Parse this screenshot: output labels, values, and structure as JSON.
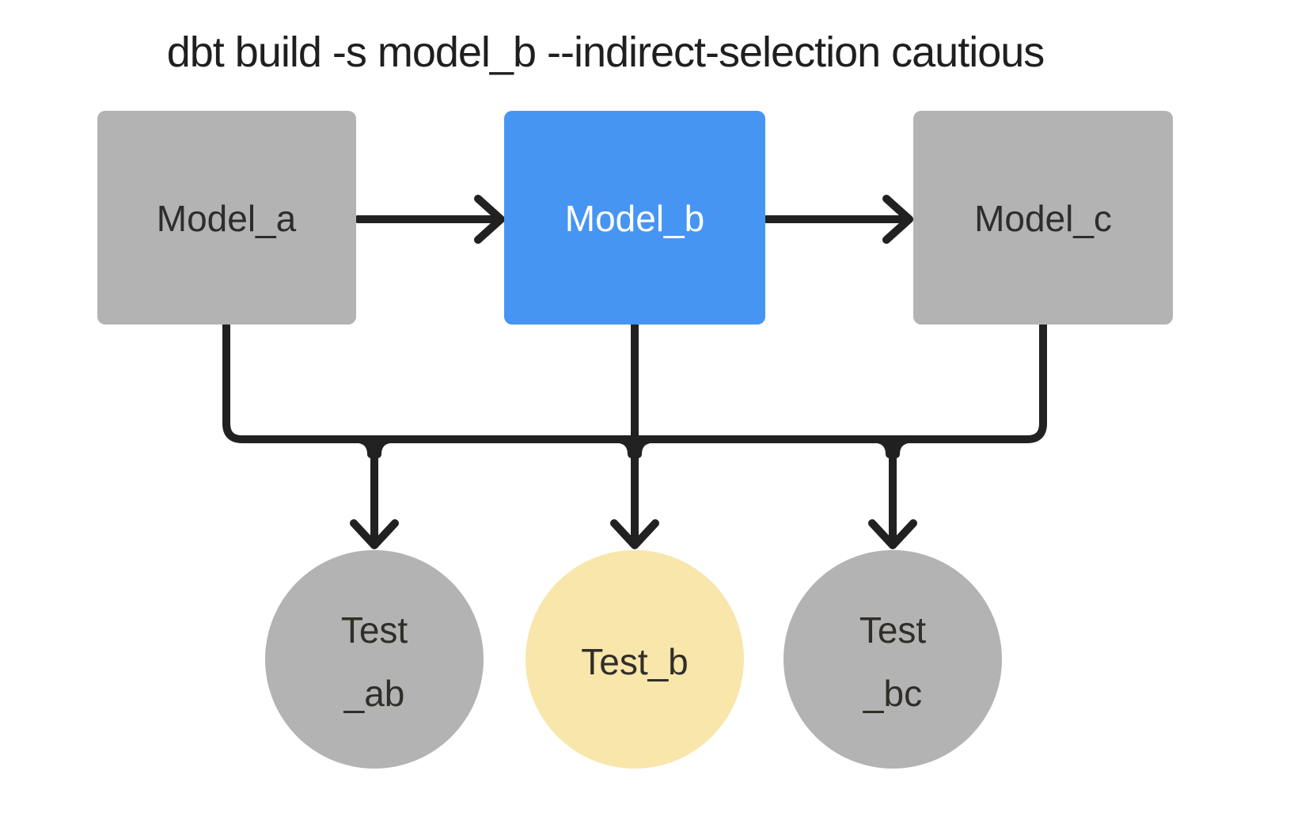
{
  "title": "dbt build -s model_b --indirect-selection cautious",
  "colors": {
    "background": "#ffffff",
    "node_gray": "#b3b3b3",
    "node_selected": "#4795f2",
    "node_indirect": "#f8e6ab",
    "edge": "#212121",
    "text_dark": "#2d2d2d",
    "text_on_selected": "#ffffff"
  },
  "models": [
    {
      "id": "model_a",
      "label": "Model_a",
      "state": "not-selected"
    },
    {
      "id": "model_b",
      "label": "Model_b",
      "state": "selected"
    },
    {
      "id": "model_c",
      "label": "Model_c",
      "state": "not-selected"
    }
  ],
  "tests": [
    {
      "id": "test_ab",
      "label_line1": "Test",
      "label_line2": "_ab",
      "state": "not-selected"
    },
    {
      "id": "test_b",
      "label": "Test_b",
      "state": "indirectly-selected"
    },
    {
      "id": "test_bc",
      "label_line1": "Test",
      "label_line2": "_bc",
      "state": "not-selected"
    }
  ],
  "edges": [
    {
      "from": "model_a",
      "to": "model_b"
    },
    {
      "from": "model_b",
      "to": "model_c"
    },
    {
      "from": "model_a",
      "to": "test_ab"
    },
    {
      "from": "model_b",
      "to": "test_ab"
    },
    {
      "from": "model_b",
      "to": "test_b"
    },
    {
      "from": "model_b",
      "to": "test_bc"
    },
    {
      "from": "model_c",
      "to": "test_bc"
    }
  ]
}
